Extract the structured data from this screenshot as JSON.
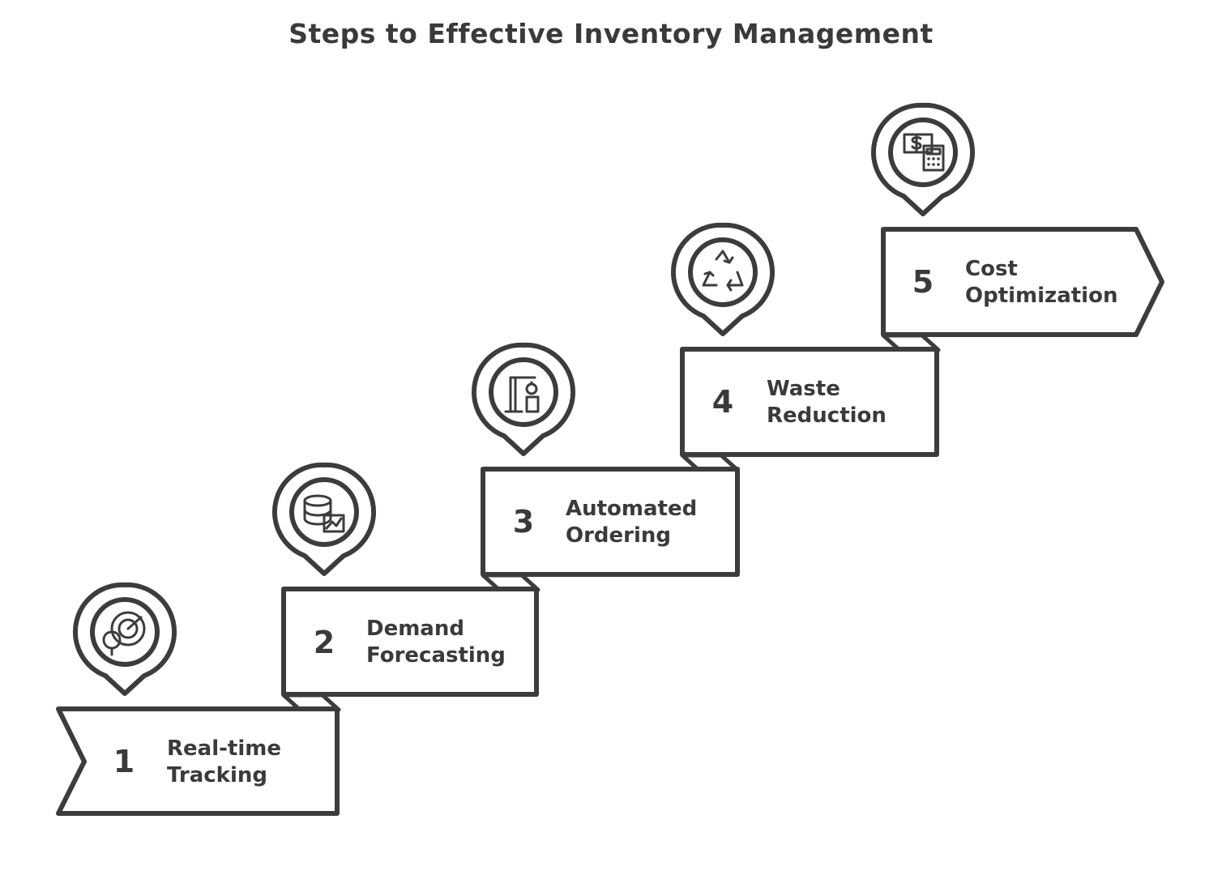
{
  "title": "Steps to Effective Inventory Management",
  "steps": [
    {
      "number": "1",
      "line1": "Real-time",
      "line2": "Tracking",
      "icon": "radar-location-icon"
    },
    {
      "number": "2",
      "line1": "Demand",
      "line2": "Forecasting",
      "icon": "database-chart-icon"
    },
    {
      "number": "3",
      "line1": "Automated",
      "line2": "Ordering",
      "icon": "robot-arm-icon"
    },
    {
      "number": "4",
      "line1": "Waste",
      "line2": "Reduction",
      "icon": "recycle-icon"
    },
    {
      "number": "5",
      "line1": "Cost",
      "line2": "Optimization",
      "icon": "money-calculator-icon"
    }
  ]
}
